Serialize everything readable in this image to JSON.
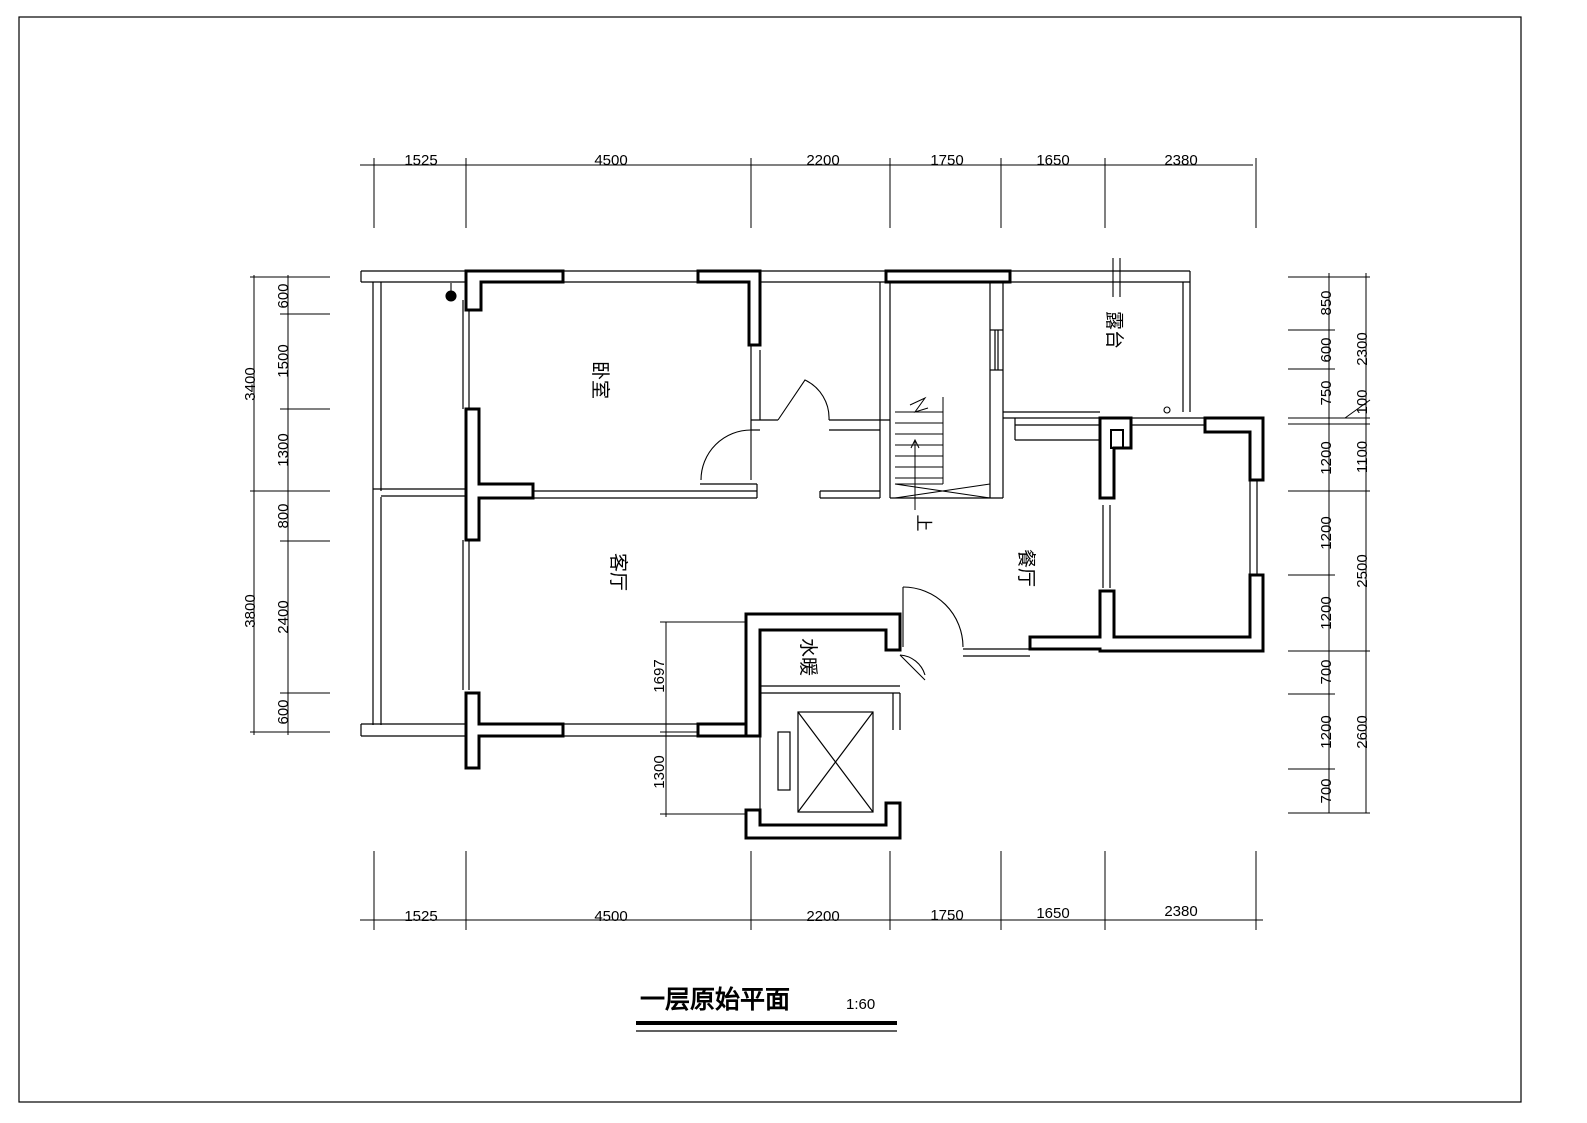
{
  "drawing": {
    "title": "一层原始平面",
    "scale": "1:60"
  },
  "rooms": {
    "bedroom": "卧室",
    "living_room": "客厅",
    "dining_room": "餐厅",
    "balcony": "露台",
    "water_heating": "水暖",
    "stairs_up": "上"
  },
  "dimensions": {
    "top": [
      "1525",
      "4500",
      "2200",
      "1750",
      "1650",
      "2380"
    ],
    "bottom": [
      "1525",
      "4500",
      "2200",
      "1750",
      "1650",
      "2380"
    ],
    "left_outer": [
      "3400",
      "3800"
    ],
    "left_inner": [
      "600",
      "1500",
      "1300",
      "800",
      "2400",
      "600"
    ],
    "left_lower": [
      "1697",
      "1300"
    ],
    "right_inner": [
      "850",
      "600",
      "750",
      "1200",
      "1200",
      "1200",
      "700",
      "1200",
      "700"
    ],
    "right_outer": [
      "2300",
      "100",
      "1100",
      "2500",
      "2600"
    ]
  }
}
